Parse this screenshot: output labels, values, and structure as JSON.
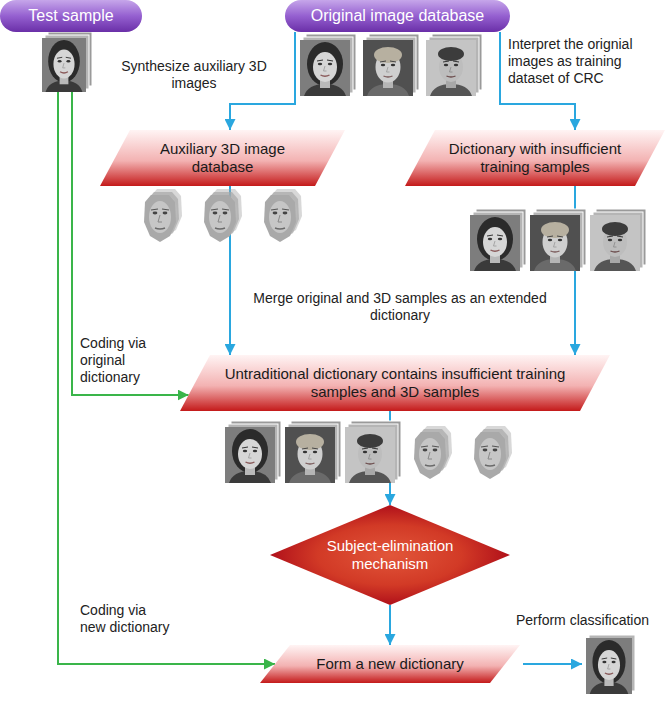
{
  "diagram": {
    "nodes": [
      {
        "text": [
          "Test sample"
        ]
      },
      {
        "text": [
          "Original image database"
        ]
      },
      {
        "text": [
          "Auxiliary 3D image database"
        ]
      },
      {
        "text": [
          "Dictionary with insufficient training samples"
        ]
      },
      {
        "text": [
          "Untraditional dictionary contains insufficient training samples and 3D samples"
        ]
      },
      {
        "text": [
          "Subject-elimination mechanism"
        ]
      },
      {
        "text": [
          "Form a new dictionary"
        ]
      }
    ],
    "edges": [
      {
        "from": 1,
        "to": 2,
        "label": "Synthesize auxiliary 3D images",
        "arrow": "to"
      },
      {
        "from": 1,
        "to": 3,
        "label": "Interpret the orignial images as training dataset of CRC",
        "arrow": "to"
      },
      {
        "from": 2,
        "to": 4,
        "arrow": "to"
      },
      {
        "from": 3,
        "to": 4,
        "arrow": "to"
      },
      {
        "from": 0,
        "to": 4,
        "label": "Coding via original dictionary",
        "arrow": "to"
      },
      {
        "from": 4,
        "to": 5,
        "arrow": "to"
      },
      {
        "from": 5,
        "to": 6,
        "arrow": "to"
      },
      {
        "from": 0,
        "to": 6,
        "label": "Coding via new dictionary",
        "arrow": "to"
      }
    ],
    "labels": [
      "Merge original and 3D samples as an extended dictionary",
      "Perform classification"
    ]
  }
}
